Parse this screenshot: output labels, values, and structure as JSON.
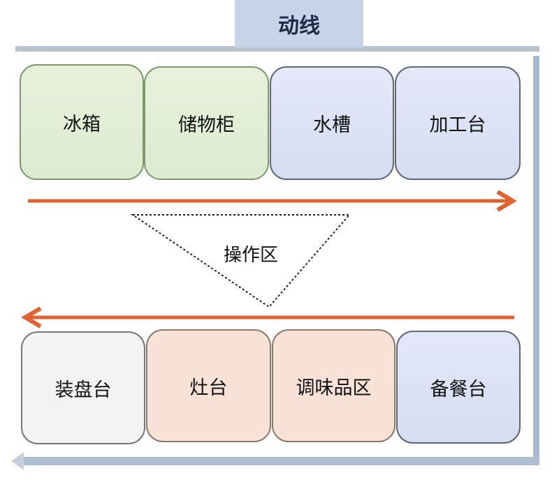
{
  "title": "动线",
  "top_row": [
    {
      "label": "冰箱",
      "color": "#e3eed8"
    },
    {
      "label": "储物柜",
      "color": "#e3eed8"
    },
    {
      "label": "水槽",
      "color": "#dde2f5"
    },
    {
      "label": "加工台",
      "color": "#dde2f5"
    }
  ],
  "bottom_row": [
    {
      "label": "装盘台",
      "color": "#f3f3f4"
    },
    {
      "label": "灶台",
      "color": "#f8e1d6"
    },
    {
      "label": "调味品区",
      "color": "#f8e1d6"
    },
    {
      "label": "备餐台",
      "color": "#dde2f5"
    }
  ],
  "work_zone": "操作区",
  "arrow_color": "#e0622f"
}
